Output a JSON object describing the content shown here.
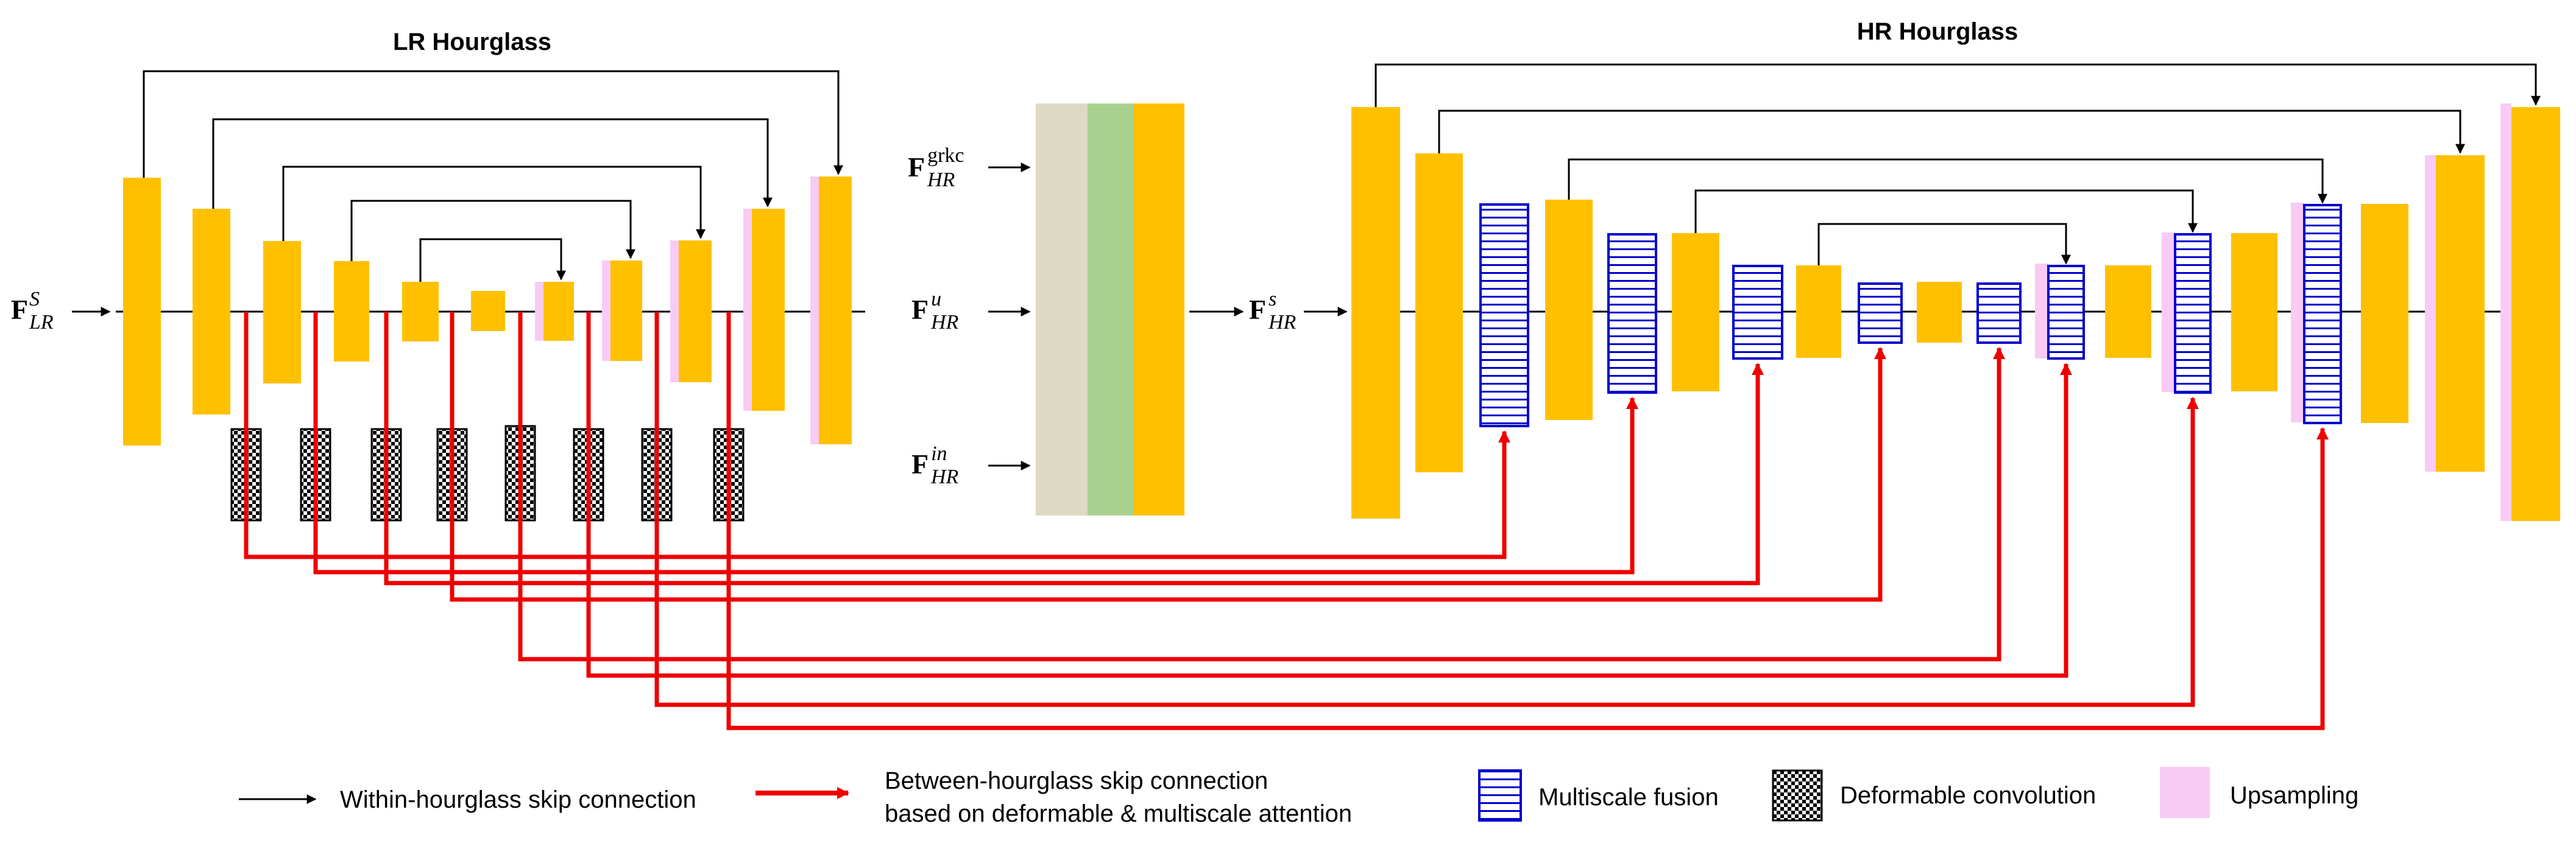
{
  "titles": {
    "lr_hourglass": "LR Hourglass",
    "hr_hourglass": "HR Hourglass"
  },
  "labels": {
    "f_lr_s": {
      "base": "F",
      "sub": "LR",
      "sup": "S"
    },
    "f_hr_grkc": {
      "base": "F",
      "sub": "HR",
      "sup": "grkc"
    },
    "f_hr_u": {
      "base": "F",
      "sub": "HR",
      "sup": "u"
    },
    "f_hr_in": {
      "base": "F",
      "sub": "HR",
      "sup": "in"
    },
    "f_hr_s": {
      "base": "F",
      "sub": "HR",
      "sup": "s"
    }
  },
  "legend": {
    "within_skip": "Within-hourglass  skip connection",
    "between_skip_line1": "Between-hourglass  skip connection",
    "between_skip_line2": "based on deformable & multiscale attention",
    "multiscale_fusion": "Multiscale fusion",
    "deformable_conv": "Deformable convolution",
    "upsampling": "Upsampling"
  },
  "colors": {
    "feature_block": "#FFC000",
    "concat_beige": "#DDD9C3",
    "concat_green": "#A9D18E",
    "upsampling": "#F8CBF4",
    "multiscale_fusion": "#0000CC",
    "between_skip": "#EE0000",
    "within_skip": "#000000"
  }
}
